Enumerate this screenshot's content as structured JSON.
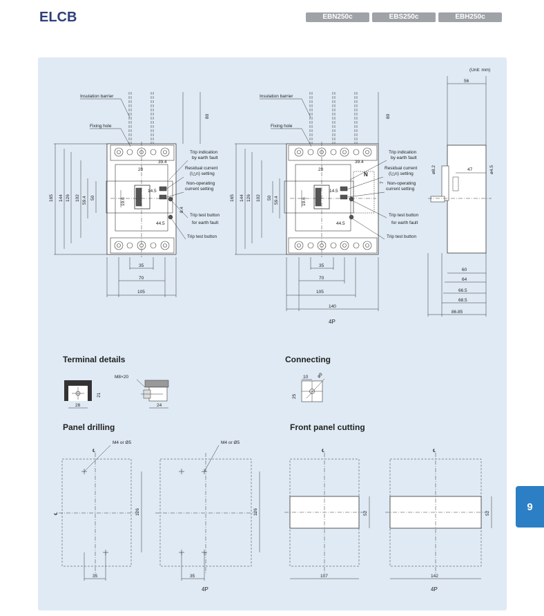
{
  "header": {
    "title": "ELCB",
    "tabs": [
      "EBN250c",
      "EBS250c",
      "EBH250c"
    ]
  },
  "side_tab": "9",
  "unit_note": "(Unit: mm)",
  "callouts": {
    "insulation_barrier": "Insulation barrier",
    "fixing_hole": "Fixing hole",
    "trip_indication_1": "Trip indication",
    "trip_indication_2": "by earth fault",
    "residual_current_1": "Residual current",
    "residual_current_2": "(I△n) setting",
    "non_operating_1": "Non-operating",
    "non_operating_2": "current setting",
    "trip_test_earth_1": "Trip test button",
    "trip_test_earth_2": "for earth fault",
    "trip_test_button": "Trip test button",
    "n_mark": "N"
  },
  "dims_3p": {
    "h165": "165",
    "h144": "144",
    "h126": "126",
    "h102": "102",
    "h59": "59.4",
    "h50": "50",
    "h19": "19.6",
    "top80": "80",
    "w28": "28",
    "w35": "35",
    "w70": "70",
    "w105": "105",
    "w14": "14.5",
    "w44": "44.5",
    "w39": "39.4",
    "w8": "8.4"
  },
  "dims_4p": {
    "h165": "165",
    "h144": "144",
    "h126": "126",
    "h102": "102",
    "h50": "50",
    "h59": "59.4",
    "h19": "19.6",
    "top80": "80",
    "w28": "28",
    "w35": "35",
    "w70": "70",
    "w105": "105",
    "w140": "140",
    "w14": "14.5",
    "w44": "44.5",
    "w39": "39.4",
    "w7": "7",
    "label": "4P"
  },
  "dims_side": {
    "w56": "56",
    "d8": "ø8.2",
    "w47": "47",
    "d4": "ø4.5",
    "w60": "60",
    "w64": "64",
    "w66": "66.5",
    "w68": "68.5",
    "w86": "86.85"
  },
  "terminal_details": {
    "title": "Terminal details",
    "bolt": "M8×20",
    "w28": "28",
    "h21": "21",
    "w24": "24"
  },
  "connecting": {
    "title": "Connecting",
    "w10": "10",
    "d9": "ø9",
    "h25": "25"
  },
  "panel_drilling": {
    "title": "Panel drilling",
    "hole_note_3p": "M4 or Ø5",
    "hole_note_4p": "M4 or Ø5",
    "h126a": "126",
    "h126b": "126",
    "w35a": "35",
    "w35b": "35",
    "label": "4P",
    "cl_mark": "℄"
  },
  "front_panel_cutting": {
    "title": "Front panel cutting",
    "h52a": "52",
    "h52b": "52",
    "w107": "107",
    "w142": "142",
    "label": "4P",
    "cl_mark": "℄"
  }
}
